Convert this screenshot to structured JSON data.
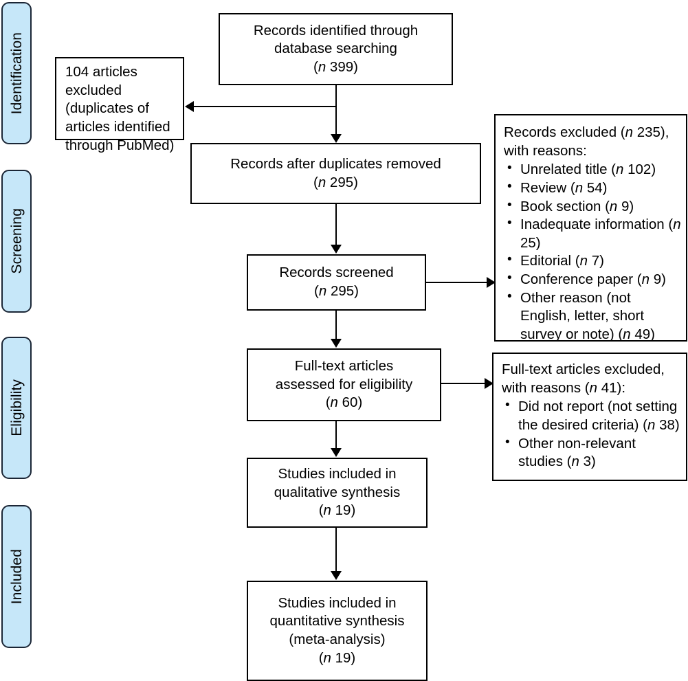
{
  "diagram": {
    "type": "prisma-flow-diagram",
    "title": "PRISMA study selection flow diagram",
    "colors": {
      "phase_tab_fill": "#c6e7f9",
      "phase_tab_border": "#1b2636",
      "box_border": "#000000",
      "box_fill": "#ffffff",
      "connector": "#000000",
      "text": "#000000"
    }
  },
  "phases": [
    {
      "id": "identification",
      "label": "Identification"
    },
    {
      "id": "screening",
      "label": "Screening"
    },
    {
      "id": "eligibility",
      "label": "Eligibility"
    },
    {
      "id": "included",
      "label": "Included"
    }
  ],
  "boxes": {
    "records_identified": {
      "line1": "Records identified through",
      "line2": "database searching",
      "count_prefix": "(",
      "count_n": "n",
      "count_value": " 399)"
    },
    "duplicates_excluded": {
      "line1": "104 articles",
      "line2": "excluded",
      "line3": "(duplicates of",
      "line4": "articles identified",
      "line5": "through PubMed)"
    },
    "records_after_duplicates": {
      "line1": "Records after duplicates removed",
      "count_n": "n",
      "count_value": " 295)"
    },
    "records_screened": {
      "line1": "Records screened",
      "count_n": "n",
      "count_value": " 295)"
    },
    "records_excluded": {
      "header_part1": "Records excluded (",
      "header_n": "n",
      "header_part2": " 235),",
      "header_line2": "with reasons:",
      "reasons": [
        {
          "text_before": "Unrelated title (",
          "n": "n",
          "text_after": " 102)"
        },
        {
          "text_before": "Review (",
          "n": "n",
          "text_after": " 54)"
        },
        {
          "text_before": "Book section (",
          "n": "n",
          "text_after": " 9)"
        },
        {
          "text_before": "Inadequate information (",
          "n": "n",
          "text_after": " 25)"
        },
        {
          "text_before": "Editorial (",
          "n": "n",
          "text_after": " 7)"
        },
        {
          "text_before": "Conference paper (",
          "n": "n",
          "text_after": " 9)"
        },
        {
          "text_before": "Other reason (not English, letter, short survey or note) (",
          "n": "n",
          "text_after": " 49)"
        }
      ]
    },
    "fulltext_assessed": {
      "line1": "Full-text articles",
      "line2": "assessed for eligibility",
      "count_n": "n",
      "count_value": " 60)"
    },
    "fulltext_excluded": {
      "header_line1": "Full-text articles excluded,",
      "header_line2_before": "with reasons (",
      "header_n": "n",
      "header_line2_after": " 41):",
      "reasons": [
        {
          "text_before": "Did not report (not setting the desired criteria) (",
          "n": "n",
          "text_after": " 38)"
        },
        {
          "text_before": "Other non-relevant studies (",
          "n": "n",
          "text_after": " 3)"
        }
      ]
    },
    "qualitative_synthesis": {
      "line1": "Studies included in",
      "line2": "qualitative synthesis",
      "count_n": "n",
      "count_value": " 19)"
    },
    "quantitative_synthesis": {
      "line1": "Studies included in",
      "line2": "quantitative synthesis",
      "line3": "(meta-analysis)",
      "count_n": "n",
      "count_value": " 19)"
    }
  }
}
